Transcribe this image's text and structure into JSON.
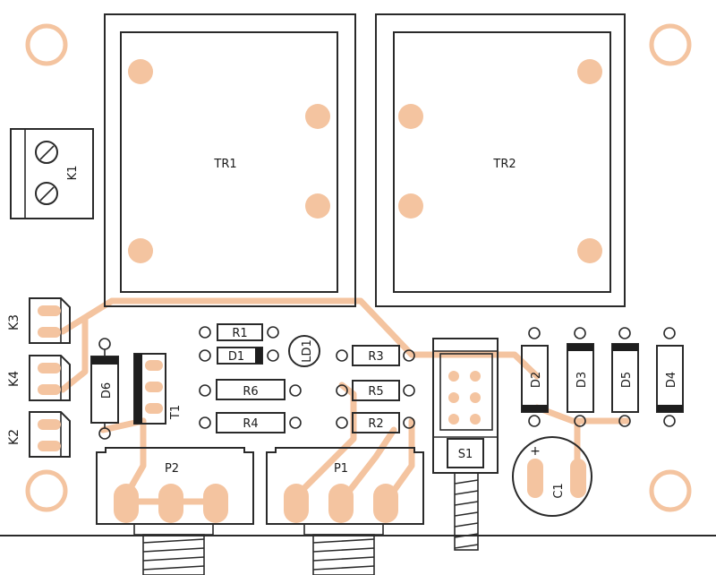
{
  "labels": {
    "tr1": "TR1",
    "tr2": "TR2",
    "k1": "K1",
    "k2": "K2",
    "k3": "K3",
    "k4": "K4",
    "r1": "R1",
    "r2": "R2",
    "r3": "R3",
    "r4": "R4",
    "r5": "R5",
    "r6": "R6",
    "d1": "D1",
    "d2": "D2",
    "d3": "D3",
    "d4": "D4",
    "d5": "D5",
    "d6": "D6",
    "ld1": "LD1",
    "s1": "S1",
    "c1": "C1",
    "c1_plus": "+",
    "p1": "P1",
    "p2": "P2",
    "t1": "T1"
  },
  "colors": {
    "copper": "#f4c4a0",
    "outline": "#2a2a2a",
    "background": "#ffffff"
  }
}
